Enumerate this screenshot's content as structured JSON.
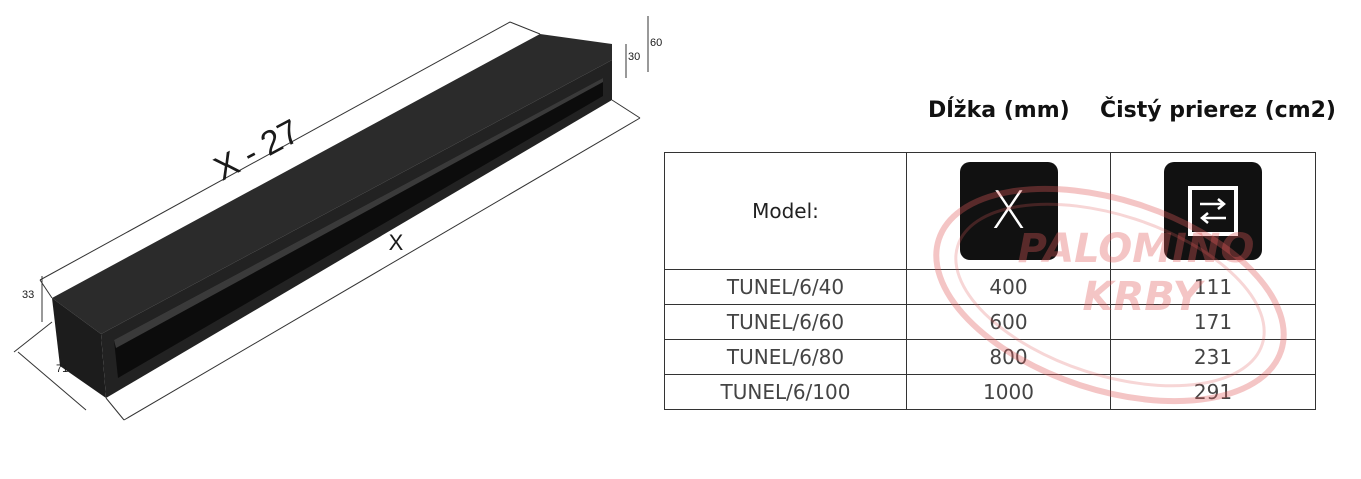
{
  "drawing": {
    "dim_total_minus": "X - 27",
    "dim_total": "X",
    "dim_height_outer": "60",
    "dim_height_inner": "30",
    "dim_height_front": "33",
    "dim_depth": "71"
  },
  "table": {
    "header_length": "Dĺžka (mm)",
    "header_cross_section": "Čistý prierez (cm2)",
    "model_label": "Model:",
    "icons": [
      "x-length-icon",
      "cross-section-arrows-icon"
    ],
    "rows": [
      {
        "model": "TUNEL/6/40",
        "length": "400",
        "cross_section": "111"
      },
      {
        "model": "TUNEL/6/60",
        "length": "600",
        "cross_section": "171"
      },
      {
        "model": "TUNEL/6/80",
        "length": "800",
        "cross_section": "231"
      },
      {
        "model": "TUNEL/6/100",
        "length": "1000",
        "cross_section": "291"
      }
    ]
  },
  "watermark": {
    "line1": "PALOMINO",
    "line2": "KRBY",
    "color": "#e05a5a"
  },
  "icon_glyph_x": "X"
}
